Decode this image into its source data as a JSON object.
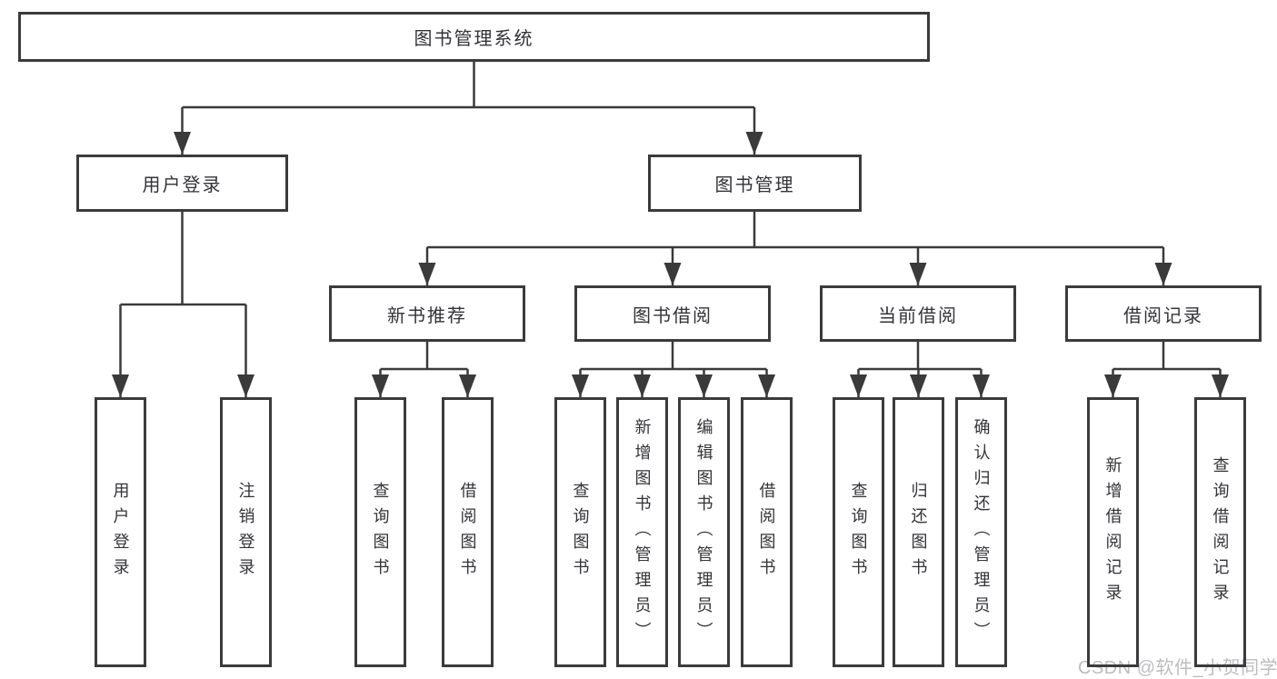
{
  "diagram": {
    "root": {
      "label": "图书管理系统"
    },
    "branches": [
      {
        "label": "用户登录",
        "children": [
          {
            "label": "用户登录"
          },
          {
            "label": "注销登录"
          }
        ]
      },
      {
        "label": "图书管理",
        "children": [
          {
            "label": "新书推荐",
            "children": [
              {
                "label": "查询图书"
              },
              {
                "label": "借阅图书"
              }
            ]
          },
          {
            "label": "图书借阅",
            "children": [
              {
                "label": "查询图书"
              },
              {
                "label": "新增图书（管理员）"
              },
              {
                "label": "编辑图书（管理员）"
              },
              {
                "label": "借阅图书"
              }
            ]
          },
          {
            "label": "当前借阅",
            "children": [
              {
                "label": "查询图书"
              },
              {
                "label": "归还图书"
              },
              {
                "label": "确认归还（管理员）"
              }
            ]
          },
          {
            "label": "借阅记录",
            "children": [
              {
                "label": "新增借阅记录"
              },
              {
                "label": "查询借阅记录"
              }
            ]
          }
        ]
      }
    ]
  },
  "watermark": "CSDN @软件_小贺同学",
  "colors": {
    "line": "#3a3a3a",
    "box_border": "#3b3b3d",
    "text": "#333338",
    "watermark": "#bdbdc0",
    "background": "#ffffff"
  }
}
